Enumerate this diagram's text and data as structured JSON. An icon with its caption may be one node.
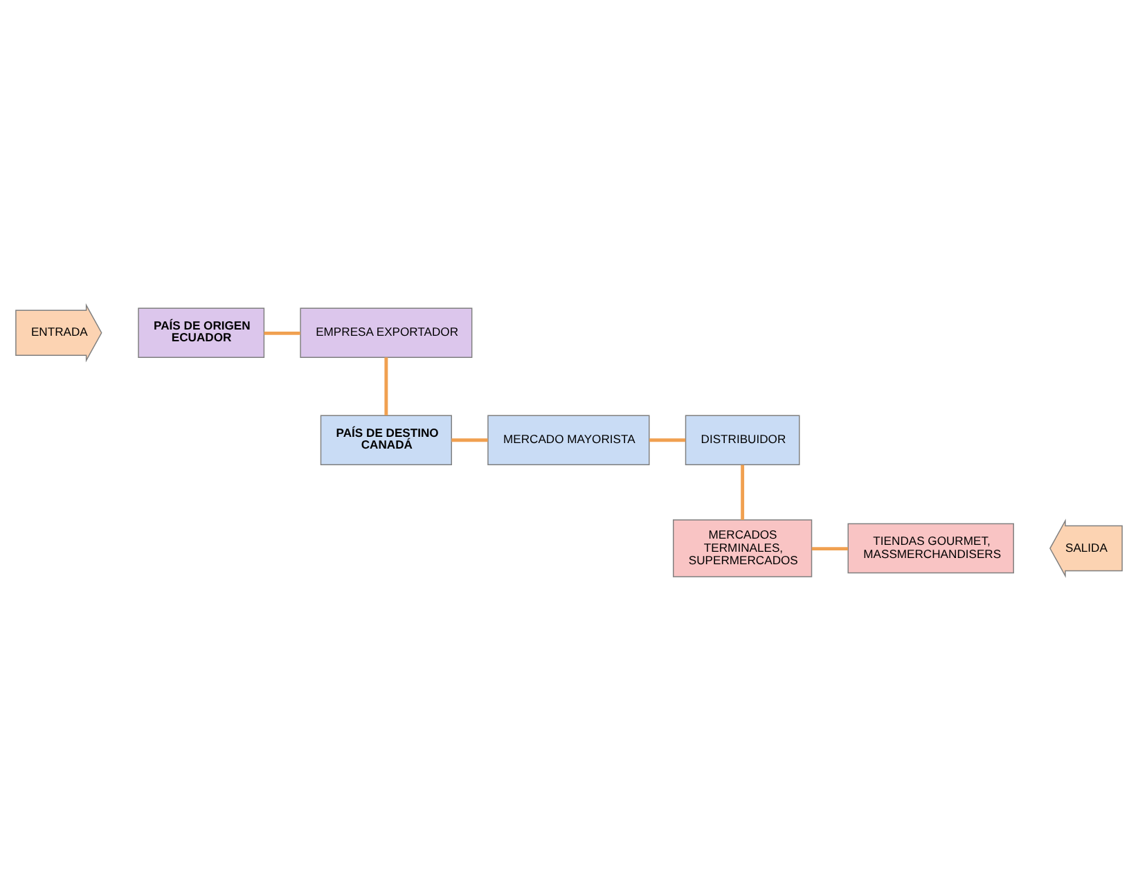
{
  "diagram": {
    "nodes": [
      {
        "text": [
          "ENTRADA"
        ]
      },
      {
        "text": [
          "PAÍS DE ORIGEN ECUADOR"
        ]
      },
      {
        "text": [
          "EMPRESA EXPORTADOR"
        ]
      },
      {
        "text": [
          "PAÍS DE DESTINO CANADÁ"
        ]
      },
      {
        "text": [
          "MERCADO MAYORISTA"
        ]
      },
      {
        "text": [
          "DISTRIBUIDOR"
        ]
      },
      {
        "text": [
          "MERCADOS TERMINALES, SUPERMERCADOS"
        ]
      },
      {
        "text": [
          "TIENDAS GOURMET, MASSMERCHANDISERS"
        ]
      },
      {
        "text": [
          "SALIDA"
        ]
      }
    ],
    "edges": [
      {
        "from": 1,
        "to": 2,
        "arrow": "none"
      },
      {
        "from": 2,
        "to": 3,
        "arrow": "none"
      },
      {
        "from": 3,
        "to": 4,
        "arrow": "none"
      },
      {
        "from": 4,
        "to": 5,
        "arrow": "none"
      },
      {
        "from": 5,
        "to": 6,
        "arrow": "none"
      },
      {
        "from": 6,
        "to": 7,
        "arrow": "none"
      }
    ]
  }
}
